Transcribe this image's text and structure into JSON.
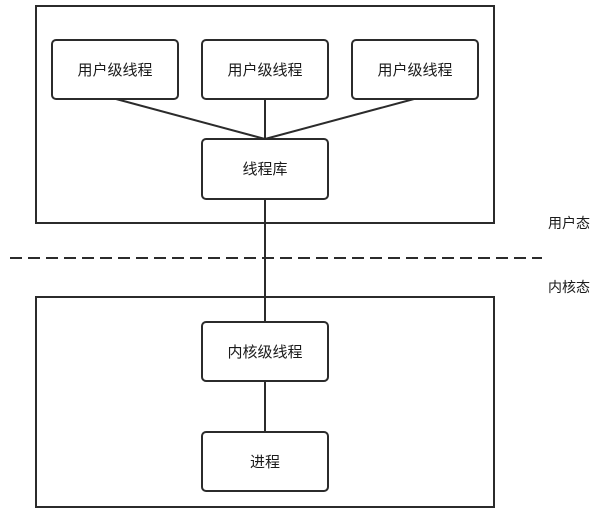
{
  "nodes": {
    "user_thread_1": "用户级线程",
    "user_thread_2": "用户级线程",
    "user_thread_3": "用户级线程",
    "thread_library": "线程库",
    "kernel_thread": "内核级线程",
    "process": "进程"
  },
  "regions": {
    "user_mode": "用户态",
    "kernel_mode": "内核态"
  }
}
